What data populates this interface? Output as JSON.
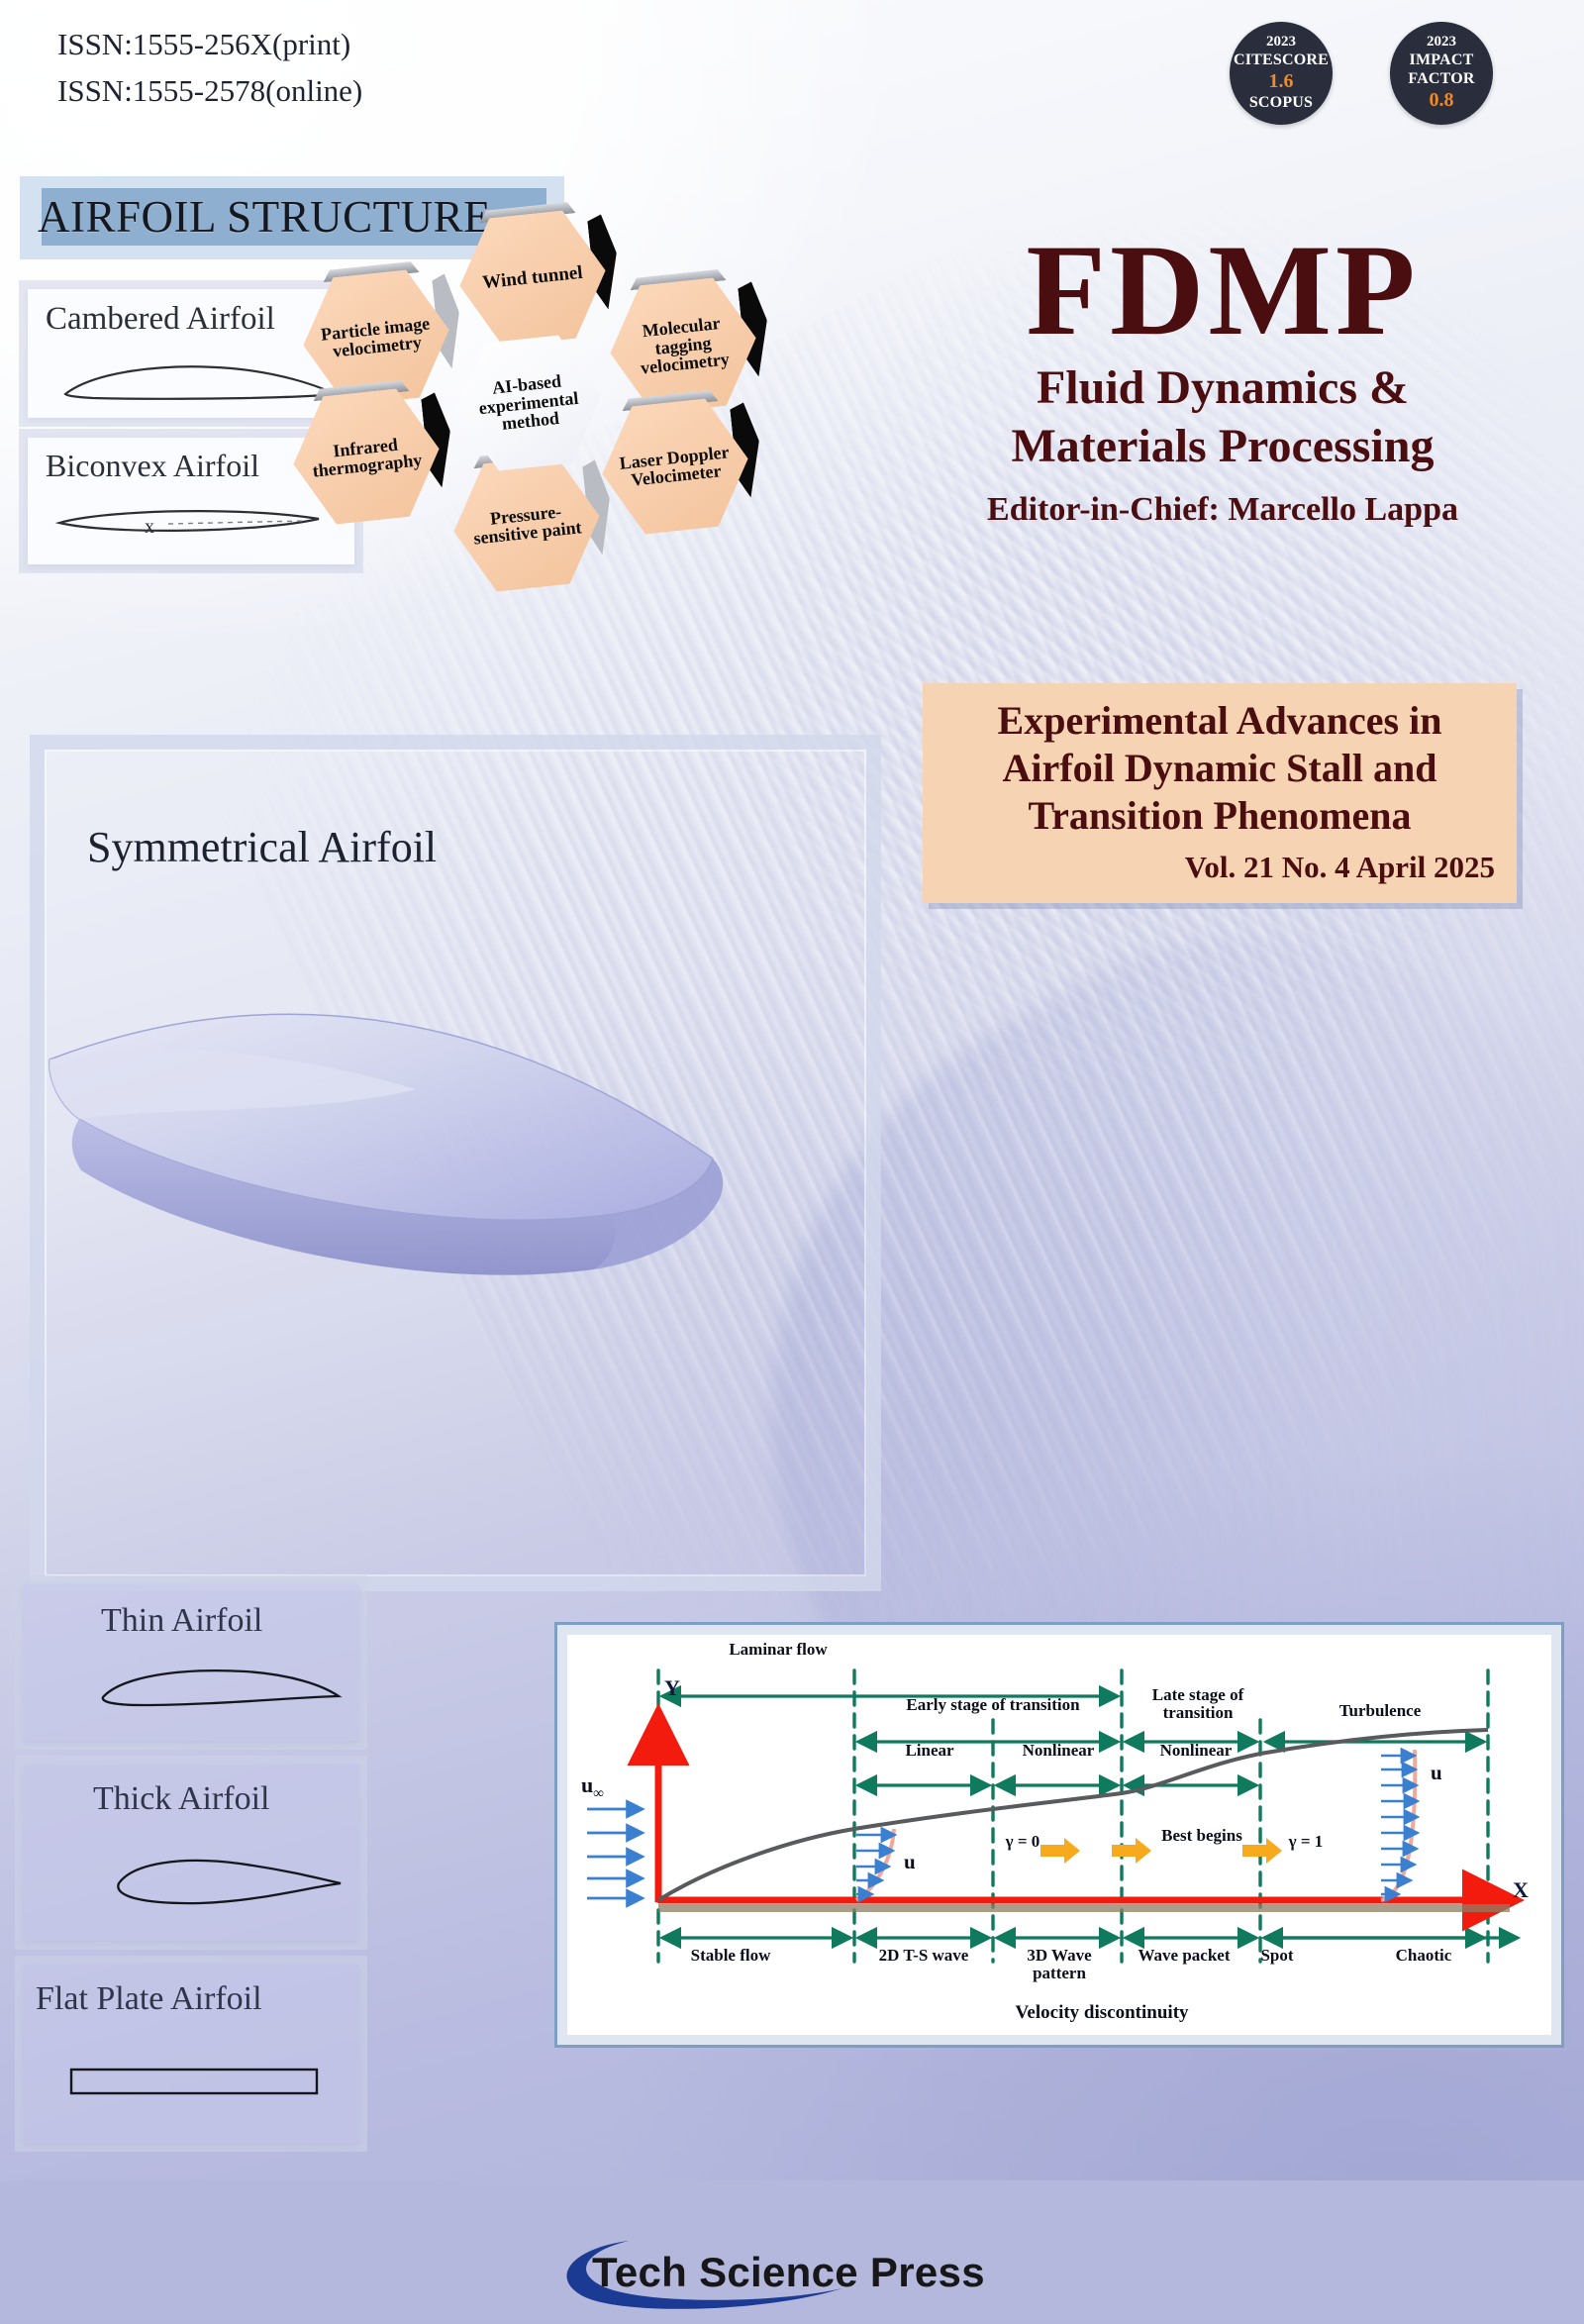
{
  "issn": {
    "print": "ISSN:1555-256X(print)",
    "online": "ISSN:1555-2578(online)"
  },
  "badges": [
    {
      "name": "citescore-badge",
      "year": "2023",
      "label1": "CITESCORE",
      "value": "1.6",
      "label2": "SCOPUS"
    },
    {
      "name": "impact-factor-badge",
      "year": "2023",
      "label1": "IMPACT",
      "label2": "FACTOR",
      "value": "0.8"
    }
  ],
  "section_banner": {
    "title": "AIRFOIL STRUCTURE"
  },
  "airfoil_cards": [
    {
      "caption": "Cambered Airfoil"
    },
    {
      "caption": "Biconvex Airfoil",
      "marker": "x"
    },
    {
      "caption": "Symmetrical Airfoil"
    },
    {
      "caption": "Thin Airfoil"
    },
    {
      "caption": "Thick Airfoil"
    },
    {
      "caption": "Flat Plate Airfoil"
    }
  ],
  "hexagons": {
    "center": "AI-based experimental method",
    "cells": [
      "Wind tunnel",
      "Particle image velocimetry",
      "Molecular tagging velocimetry",
      "Infrared thermography",
      "Laser Doppler Velocimeter",
      "Pressure-sensitive paint"
    ]
  },
  "journal": {
    "acronym": "FDMP",
    "name_line1": "Fluid Dynamics &",
    "name_line2": "Materials Processing",
    "editor": "Editor-in-Chief: Marcello Lappa"
  },
  "issue": {
    "title_line1": "Experimental Advances in",
    "title_line2": "Airfoil Dynamic Stall and",
    "title_line3": "Transition Phenomena",
    "volume": "Vol. 21 No. 4 April 2025"
  },
  "diagram": {
    "axis_y": "Y",
    "axis_x": "X",
    "freestream": "u",
    "freestream_sub": "∞",
    "profile_label_left": "u",
    "profile_label_right": "u",
    "top_bands": [
      "Laminar flow",
      "Early stage of transition",
      "Late stage of transition",
      "Turbulence",
      "Linear",
      "Nonlinear",
      "Nonlinear"
    ],
    "bottom_bands": [
      "Stable flow",
      "2D T-S wave",
      "3D Wave pattern",
      "Wave packet",
      "Spot",
      "Chaotic"
    ],
    "annotations": [
      "γ = 0",
      "Best begins",
      "γ = 1"
    ],
    "caption": "Velocity discontinuity"
  },
  "publisher": {
    "name": "Tech Science Press"
  },
  "colors": {
    "maroon": "#4a0d10",
    "title_box": "#f6d3b2",
    "badge_bg": "#292d3c",
    "badge_accent": "#f08a24",
    "banner": "#8fafd0",
    "hex": "#f8cfae",
    "diagram_green": "#0f7a5e",
    "diagram_red": "#f21b0e",
    "diagram_blue": "#3a7fd0",
    "diagram_orange": "#f7ab1c",
    "footer": "#b5b8dd",
    "logo_blue": "#1b3a93"
  }
}
